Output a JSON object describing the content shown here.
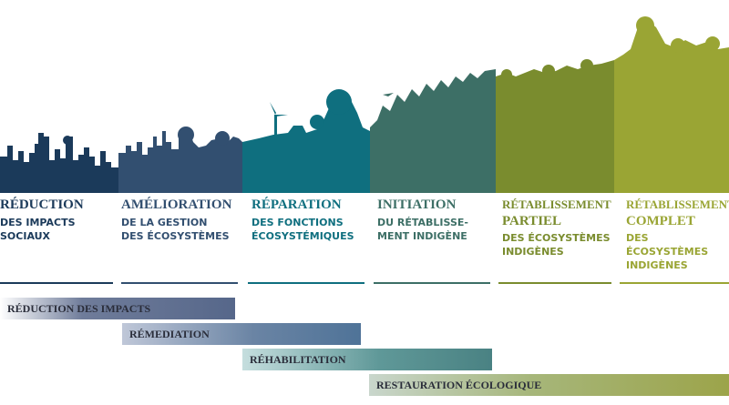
{
  "colors": {
    "stage1": "#1b3a5a",
    "stage2": "#324f70",
    "stage3": "#0f6f7f",
    "stage4": "#3d6f66",
    "stage5": "#7a8c2e",
    "stage6": "#9aa534"
  },
  "stages": [
    {
      "title": "RÉDUCTION",
      "subtitle": "DES IMPACTS\nSOCIAUX"
    },
    {
      "title": "AMÉLIORATION",
      "subtitle": "DE LA GESTION\nDES ÉCOSYSTÈMES"
    },
    {
      "title": "RÉPARATION",
      "subtitle": "DES FONCTIONS\nÉCOSYSTÉMIQUES"
    },
    {
      "title": "INITIATION",
      "subtitle": "DU RÉTABLISSE-\nMENT INDIGÈNE"
    },
    {
      "title": "RÉTABLISSEMENT",
      "title2": "PARTIEL",
      "subtitle": "DES ÉCOSYSTÈMES\nINDIGÈNES"
    },
    {
      "title": "RÉTABLISSEMENT",
      "title2": "COMPLET",
      "subtitle": "DES ÉCOSYSTÈMES\nINDIGÈNES"
    }
  ],
  "bars": [
    {
      "label": "RÉDUCTION DES IMPACTS"
    },
    {
      "label": "RÉMEDIATION"
    },
    {
      "label": "RÉHABILITATION"
    },
    {
      "label": "RESTAURATION ÉCOLOGIQUE"
    }
  ]
}
